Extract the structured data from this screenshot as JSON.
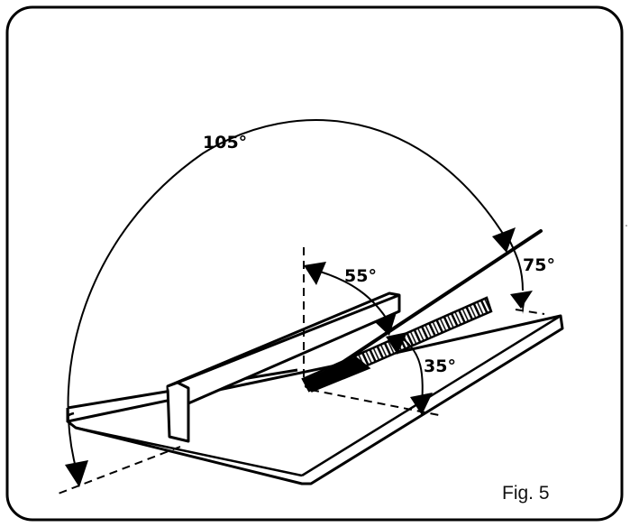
{
  "figure": {
    "caption": "Fig. 5",
    "angles": {
      "a105": "105°",
      "a55": "55°",
      "a75": "75°",
      "a35": "35°"
    },
    "colors": {
      "ink": "#000000",
      "background": "#ffffff"
    }
  }
}
